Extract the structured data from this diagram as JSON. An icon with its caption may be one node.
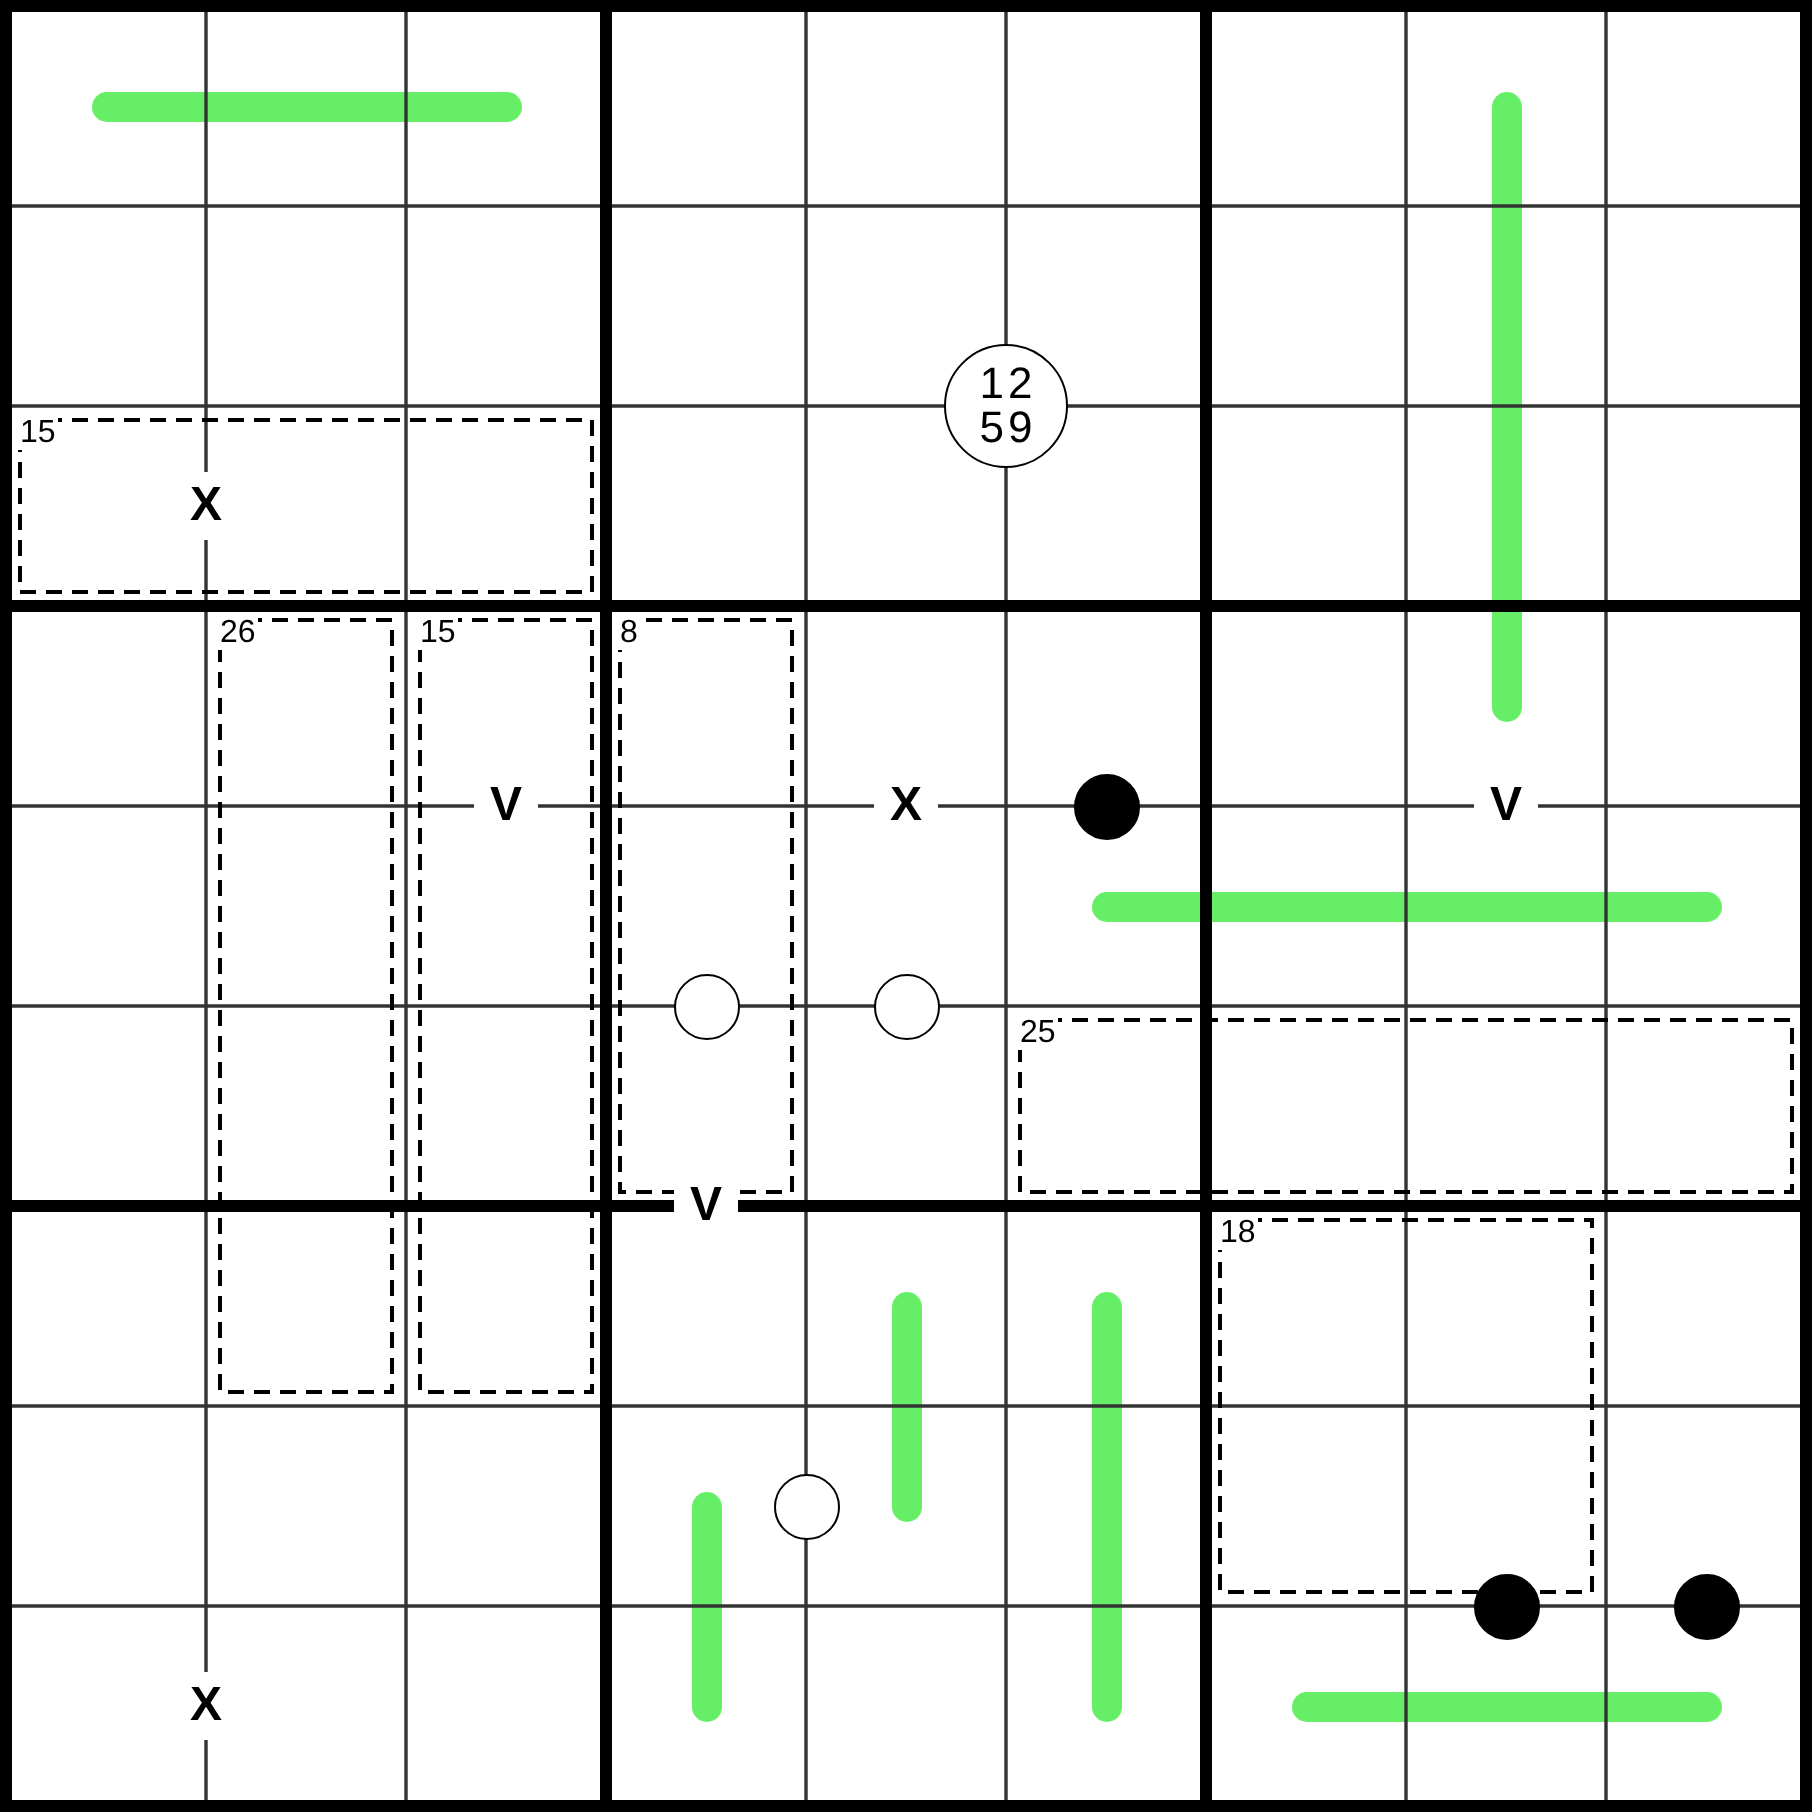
{
  "diagram": {
    "nodes": [
      {
        "text": [],
        "shape": "bar"
      },
      {
        "text": [],
        "shape": "bar"
      },
      {
        "text": [
          "12 59"
        ]
      },
      {
        "text": [
          "15"
        ]
      },
      {
        "text": [
          "26"
        ]
      },
      {
        "text": [
          "15"
        ]
      },
      {
        "text": [
          "8"
        ]
      },
      {
        "text": [],
        "shape": "dot"
      },
      {
        "text": [],
        "shape": "bar"
      },
      {
        "text": [],
        "shape": "circle",
        "in": 6
      },
      {
        "text": [],
        "shape": "circle"
      },
      {
        "text": [
          "25"
        ]
      },
      {
        "text": [
          "18"
        ]
      },
      {
        "text": [],
        "shape": "bar"
      },
      {
        "text": [],
        "shape": "bar"
      },
      {
        "text": [],
        "shape": "circle"
      },
      {
        "text": [],
        "shape": "bar"
      },
      {
        "text": [],
        "shape": "dot"
      },
      {
        "text": [],
        "shape": "dot"
      },
      {
        "text": [],
        "shape": "bar"
      }
    ],
    "labels": [
      "X",
      "V",
      "X",
      "V",
      "V",
      "X"
    ]
  }
}
